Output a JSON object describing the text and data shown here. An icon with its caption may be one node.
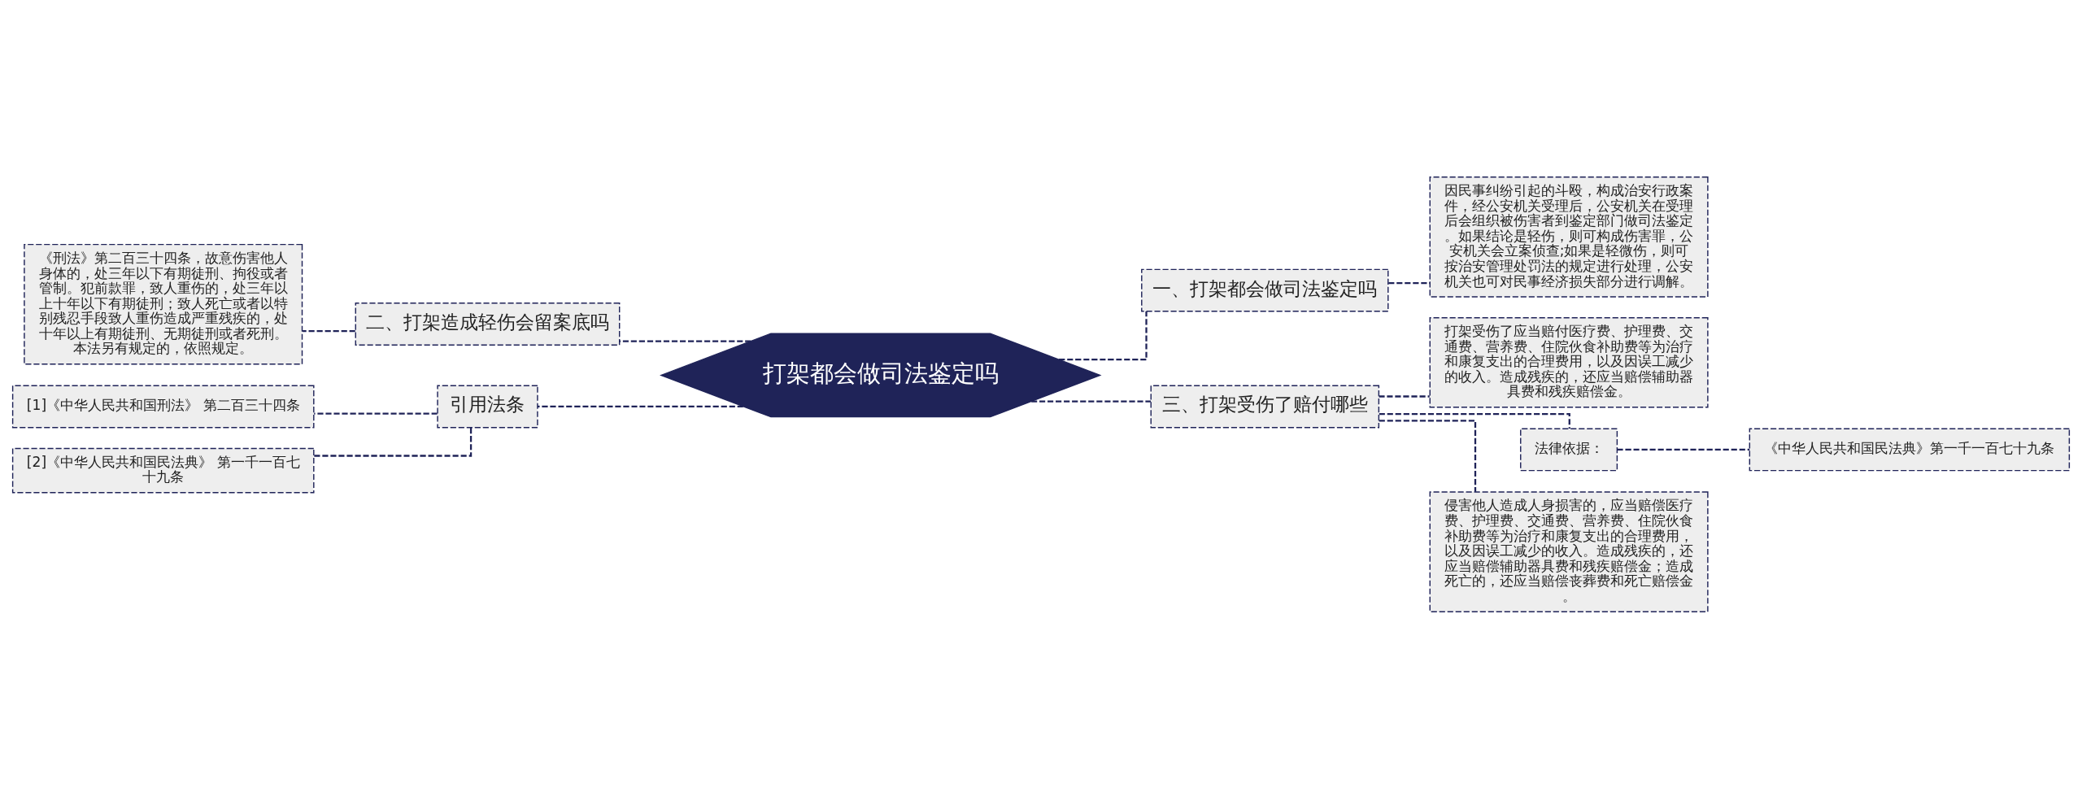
{
  "diagram": {
    "nodes": [
      {
        "text": [
          "打架都会做司法鉴定吗"
        ]
      },
      {
        "text": [
          "一、打架都会做司法鉴定吗"
        ]
      },
      {
        "text": [
          "因民事纠纷引起的斗殴，构成治安行政案件，经公安机关受理后，公安机关在受理后会组织被伤害者到鉴定部门做司法鉴定。如果结论是轻伤，则可构成伤害罪，公安机关会立案侦查;如果是轻微伤，则可按治安管理处罚法的规定进行处理，公安机关也可对民事经济损失部分进行调解。"
        ]
      },
      {
        "text": [
          "二、打架造成轻伤会留案底吗"
        ]
      },
      {
        "text": [
          "《刑法》第二百三十四条，故意伤害他人身体的，处三年以下有期徒刑、拘役或者管制。犯前款罪，致人重伤的，处三年以上十年以下有期徒刑；致人死亡或者以特别残忍手段致人重伤造成严重残疾的，处十年以上有期徒刑、无期徒刑或者死刑。本法另有规定的，依照规定。"
        ]
      },
      {
        "text": [
          "三、打架受伤了赔付哪些"
        ]
      },
      {
        "text": [
          "打架受伤了应当赔付医疗费、护理费、交通费、营养费、住院伙食补助费等为治疗和康复支出的合理费用，以及因误工减少的收入。造成残疾的，还应当赔偿辅助器具费和残疾赔偿金。"
        ]
      },
      {
        "text": [
          "法律依据："
        ]
      },
      {
        "text": [
          "《中华人民共和国民法典》第一千一百七十九条"
        ]
      },
      {
        "text": [
          "侵害他人造成人身损害的，应当赔偿医疗费、护理费、交通费、营养费、住院伙食补助费等为治疗和康复支出的合理费用，以及因误工减少的收入。造成残疾的，还应当赔偿辅助器具费和残疾赔偿金；造成死亡的，还应当赔偿丧葬费和死亡赔偿金。"
        ]
      },
      {
        "text": [
          "引用法条"
        ]
      },
      {
        "text": [
          "[1]《中华人民共和国刑法》 第二百三十四条"
        ]
      },
      {
        "text": [
          "[2]《中华人民共和国民法典》 第一千一百七十九条"
        ]
      }
    ],
    "edges": [
      {
        "from": 0,
        "to": 1,
        "arrow": "none",
        "style": "dashed"
      },
      {
        "from": 1,
        "to": 2,
        "arrow": "none",
        "style": "dashed"
      },
      {
        "from": 0,
        "to": 3,
        "arrow": "none",
        "style": "dashed"
      },
      {
        "from": 3,
        "to": 4,
        "arrow": "none",
        "style": "dashed"
      },
      {
        "from": 0,
        "to": 5,
        "arrow": "none",
        "style": "dashed"
      },
      {
        "from": 5,
        "to": 6,
        "arrow": "none",
        "style": "dashed"
      },
      {
        "from": 5,
        "to": 7,
        "arrow": "none",
        "style": "dashed"
      },
      {
        "from": 7,
        "to": 8,
        "arrow": "none",
        "style": "dashed"
      },
      {
        "from": 5,
        "to": 9,
        "arrow": "none",
        "style": "dashed"
      },
      {
        "from": 0,
        "to": 10,
        "arrow": "none",
        "style": "dashed"
      },
      {
        "from": 10,
        "to": 11,
        "arrow": "none",
        "style": "dashed"
      },
      {
        "from": 10,
        "to": 12,
        "arrow": "none",
        "style": "dashed"
      }
    ]
  }
}
